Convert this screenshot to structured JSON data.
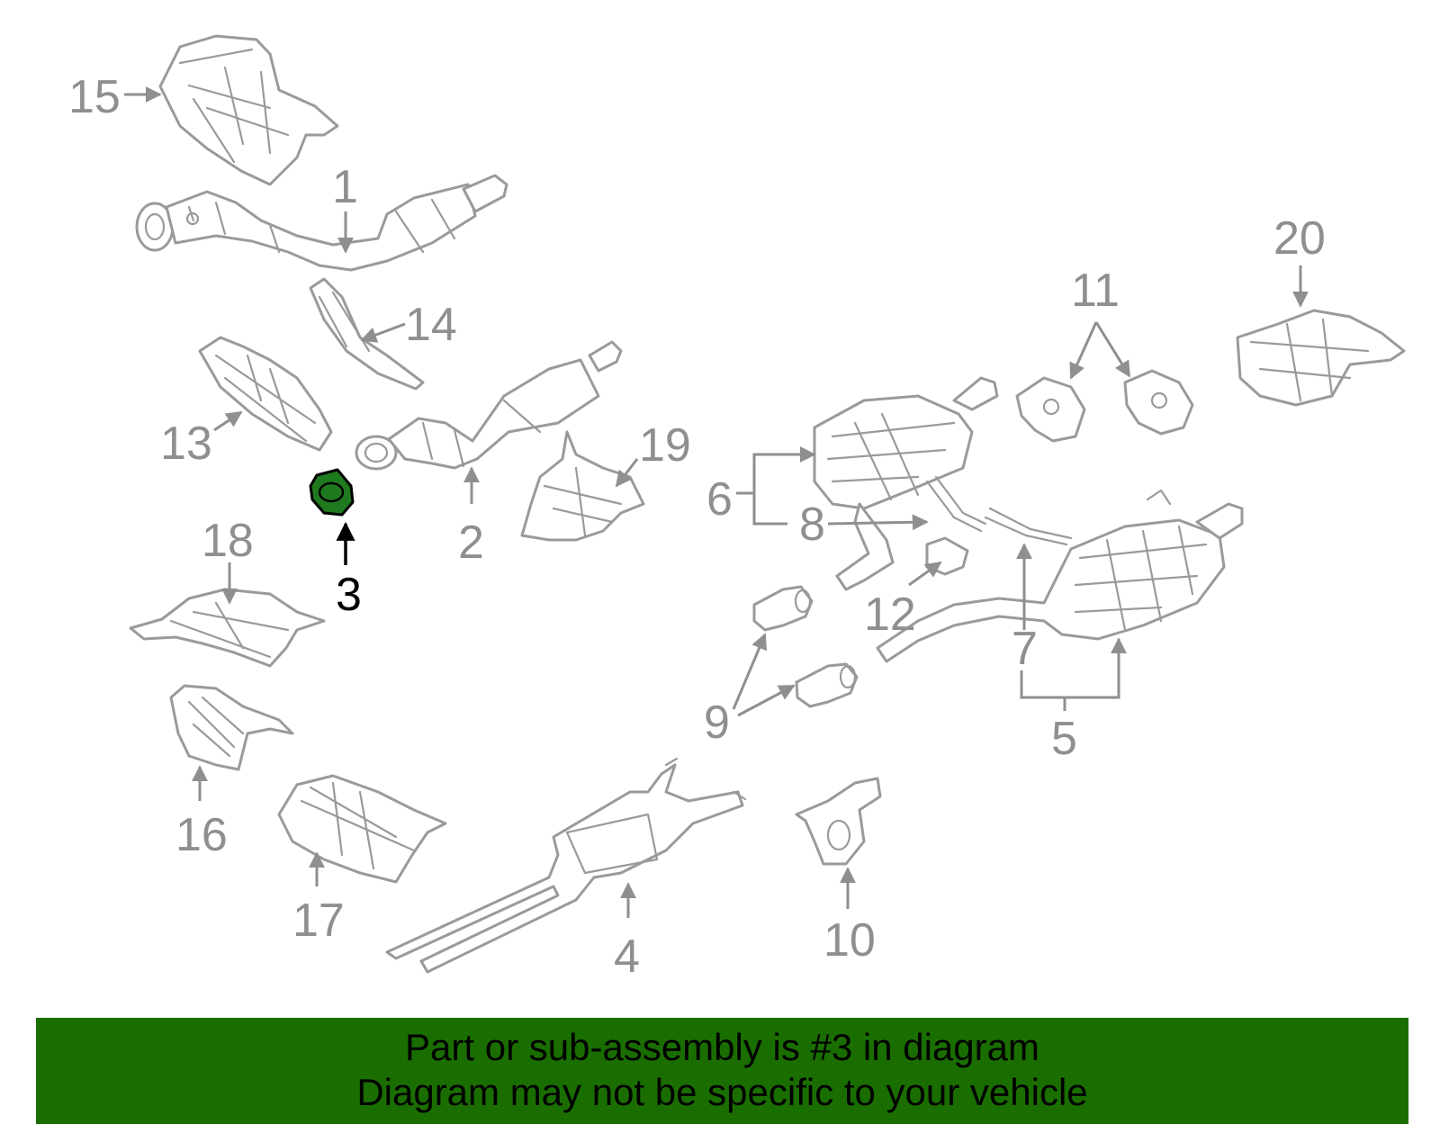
{
  "highlighted_part": "3",
  "callouts": [
    "1",
    "2",
    "3",
    "4",
    "5",
    "6",
    "7",
    "8",
    "9",
    "10",
    "11",
    "12",
    "13",
    "14",
    "15",
    "16",
    "17",
    "18",
    "19",
    "20"
  ],
  "banner": {
    "line1": "Part or sub-assembly is #3 in diagram",
    "line2": "Diagram may not be specific to your vehicle"
  },
  "colors": {
    "banner_bg": "#1a6e00",
    "highlight_fill": "#1f7a1f",
    "part_stroke": "#9a9a9a",
    "callout_text": "#8f8f8f"
  }
}
